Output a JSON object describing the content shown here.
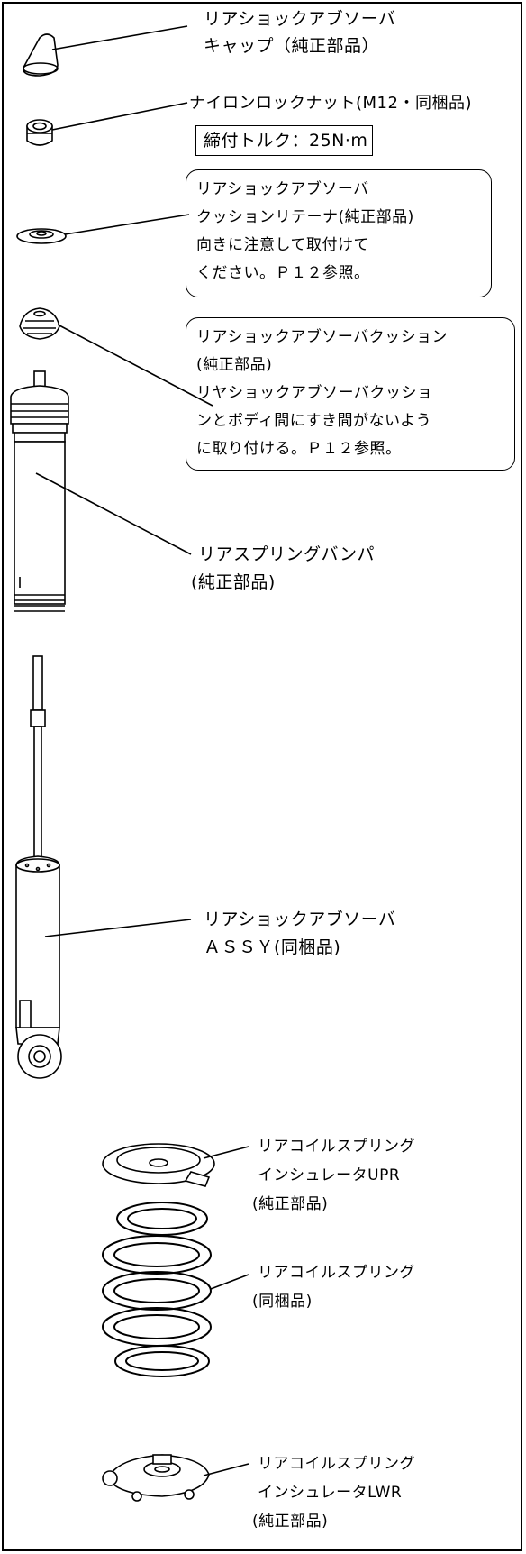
{
  "cap": {
    "line1": "リアショックアブソーバ",
    "line2": "キャップ（純正部品）"
  },
  "nut": {
    "label": "ナイロンロックナット(M12・同梱品)",
    "torque": "締付トルク：25N·m"
  },
  "retainer": {
    "line1": "リアショックアブソーバ",
    "line2": "クッションリテーナ(純正部品)",
    "line3": "向きに注意して取付けて",
    "line4": "ください。Ｐ１２参照。"
  },
  "cushion": {
    "line1": "リアショックアブソーバクッション",
    "line2": "(純正部品)",
    "line3": "リヤショックアブソーバクッショ",
    "line4": "ンとボディ間にすき間がないよう",
    "line5": "に取り付ける。Ｐ１２参照。"
  },
  "bumper": {
    "line1": "リアスプリングバンパ",
    "line2": "(純正部品)"
  },
  "absorber": {
    "line1": "リアショックアブソーバ",
    "line2": "ＡＳＳＹ(同梱品)"
  },
  "upr": {
    "line1": "リアコイルスプリング",
    "line2": "インシュレータUPR",
    "line3": "(純正部品)"
  },
  "spring": {
    "line1": "リアコイルスプリング",
    "line2": "(同梱品)"
  },
  "lwr": {
    "line1": "リアコイルスプリング",
    "line2": "インシュレータLWR",
    "line3": "(純正部品)"
  }
}
